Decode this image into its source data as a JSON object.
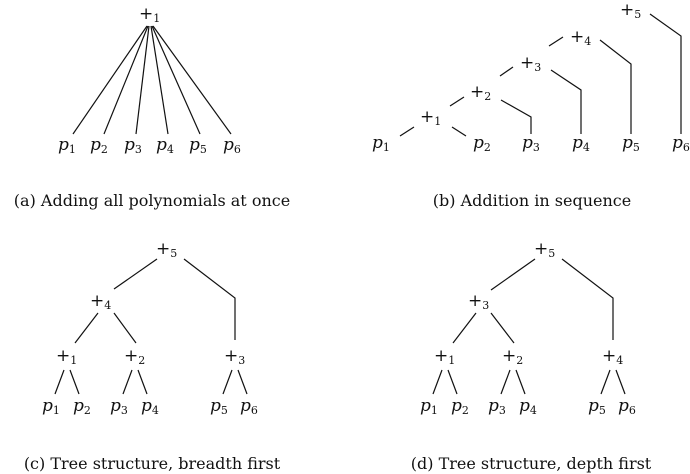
{
  "panels": [
    {
      "caption": "(a) Adding all polynomials at once",
      "root": {
        "op": "+",
        "sub": "1"
      },
      "leaves": [
        {
          "base": "p",
          "sub": "1"
        },
        {
          "base": "p",
          "sub": "2"
        },
        {
          "base": "p",
          "sub": "3"
        },
        {
          "base": "p",
          "sub": "4"
        },
        {
          "base": "p",
          "sub": "5"
        },
        {
          "base": "p",
          "sub": "6"
        }
      ]
    },
    {
      "caption": "(b) Addition in sequence",
      "ops": [
        {
          "op": "+",
          "sub": "1"
        },
        {
          "op": "+",
          "sub": "2"
        },
        {
          "op": "+",
          "sub": "3"
        },
        {
          "op": "+",
          "sub": "4"
        },
        {
          "op": "+",
          "sub": "5"
        }
      ],
      "leaves": [
        {
          "base": "p",
          "sub": "1"
        },
        {
          "base": "p",
          "sub": "2"
        },
        {
          "base": "p",
          "sub": "3"
        },
        {
          "base": "p",
          "sub": "4"
        },
        {
          "base": "p",
          "sub": "5"
        },
        {
          "base": "p",
          "sub": "6"
        }
      ]
    },
    {
      "caption": "(c) Tree structure, breadth first",
      "ops": [
        {
          "op": "+",
          "sub": "5"
        },
        {
          "op": "+",
          "sub": "4"
        },
        {
          "op": "+",
          "sub": "1"
        },
        {
          "op": "+",
          "sub": "2"
        },
        {
          "op": "+",
          "sub": "3"
        }
      ],
      "leaves": [
        {
          "base": "p",
          "sub": "1"
        },
        {
          "base": "p",
          "sub": "2"
        },
        {
          "base": "p",
          "sub": "3"
        },
        {
          "base": "p",
          "sub": "4"
        },
        {
          "base": "p",
          "sub": "5"
        },
        {
          "base": "p",
          "sub": "6"
        }
      ]
    },
    {
      "caption": "(d) Tree structure, depth first",
      "ops": [
        {
          "op": "+",
          "sub": "5"
        },
        {
          "op": "+",
          "sub": "3"
        },
        {
          "op": "+",
          "sub": "1"
        },
        {
          "op": "+",
          "sub": "2"
        },
        {
          "op": "+",
          "sub": "4"
        }
      ],
      "leaves": [
        {
          "base": "p",
          "sub": "1"
        },
        {
          "base": "p",
          "sub": "2"
        },
        {
          "base": "p",
          "sub": "3"
        },
        {
          "base": "p",
          "sub": "4"
        },
        {
          "base": "p",
          "sub": "5"
        },
        {
          "base": "p",
          "sub": "6"
        }
      ]
    }
  ]
}
